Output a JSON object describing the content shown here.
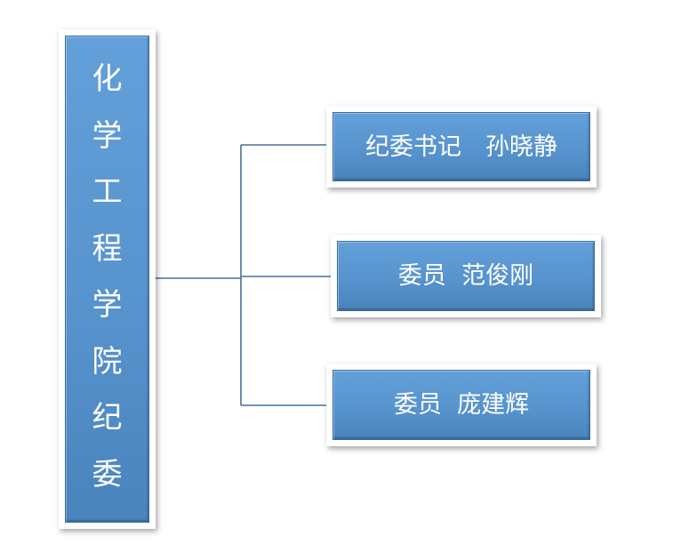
{
  "org": {
    "root": {
      "label": "化学工程学院纪委"
    },
    "members": [
      {
        "label": "纪委书记　孙晓静"
      },
      {
        "label": "委员  范俊刚"
      },
      {
        "label": "委员  庞建辉"
      }
    ]
  },
  "colors": {
    "box_fill": "#5793cd",
    "box_border": "#3b6c9b",
    "frame": "#ffffff",
    "connector": "#44709a",
    "text": "#ffffff"
  }
}
